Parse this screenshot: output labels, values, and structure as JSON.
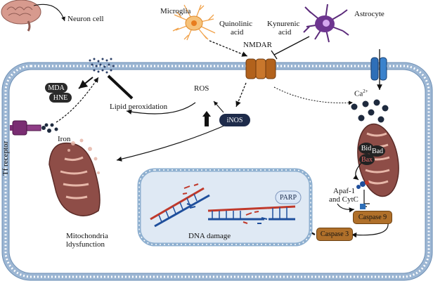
{
  "labels": {
    "neuron_cell": "Neuron cell",
    "microglia": "Microglia",
    "quinolinic_acid_1": "Quinolinic",
    "quinolinic_acid_2": "acid",
    "kynurenic_acid_1": "Kynurenic",
    "kynurenic_acid_2": "acid",
    "astrocyte": "Astrocyte",
    "nmdar": "NMDAR",
    "ros": "ROS",
    "ca": "Ca",
    "ca_charge": "2+",
    "mda": "MDA",
    "hne": "HNE",
    "lipid_peroxidation": "Lipid peroxidation",
    "inos": "iNOS",
    "tf_receptor": "Tf receptor",
    "iron": "Iron",
    "bid": "Bid",
    "bad": "Bad",
    "bax": "Bax",
    "apaf_1": "Apaf-1",
    "apaf_2": "and CytC",
    "parp": "PARP",
    "caspase9": "Caspase 9",
    "caspase3": "Caspase 3",
    "dna_damage": "DNA damage",
    "mito_1": "Mitochondria",
    "mito_2": "ldysfunction"
  },
  "colors": {
    "membrane": "#9cb6d3",
    "nucleus_fill": "#dfe9f4",
    "nucleus_border": "#8fb0d0",
    "nmdar": "#b2621c",
    "channel": "#2e6fb8",
    "tf_receptor": "#7a2d72",
    "mitochondria": "#8e4d47",
    "mito_inner": "#e7b7a9",
    "caspase": "#b0702a",
    "dark_node": "#1e2a3e",
    "inos": "#1e2b4a",
    "parp_fill": "#dbe7f7",
    "dna_red": "#c0392b",
    "dna_blue": "#1f4f9c",
    "brain": "#d79a8e",
    "microglia": "#f1a24a",
    "astrocyte": "#5b2a7a"
  }
}
